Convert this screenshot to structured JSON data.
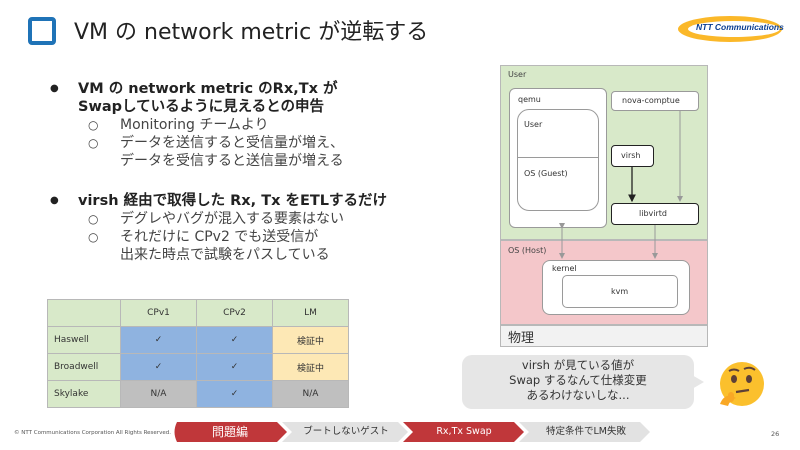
{
  "title": "VM の network metric が逆転する",
  "logo_text": "NTT Communications",
  "bullets": [
    {
      "text": "VM の network metric のRx,Tx が Swapしているように見えるとの申告",
      "line1": "VM の network metric のRx,Tx が",
      "line2": "Swapしているように見えるとの申告",
      "subs": [
        {
          "line1": "Monitoring チームより",
          "line2": ""
        },
        {
          "line1": "データを送信すると受信量が増え、",
          "line2": "データを受信すると送信量が増える"
        }
      ]
    },
    {
      "line1": "virsh 経由で取得した Rx, Tx をETLするだけ",
      "subs": [
        {
          "line1": "デグレやバグが混入する要素はない",
          "line2": ""
        },
        {
          "line1": "それだけに CPv2 でも送受信が",
          "line2": "出来た時点で試験をパスしている"
        }
      ]
    }
  ],
  "table": {
    "headers": [
      "",
      "CPv1",
      "CPv2",
      "LM"
    ],
    "rows": [
      {
        "name": "Haswell",
        "cells": [
          "✓",
          "✓",
          "検証中"
        ]
      },
      {
        "name": "Broadwell",
        "cells": [
          "✓",
          "✓",
          "検証中"
        ]
      },
      {
        "name": "Skylake",
        "cells": [
          "N/A",
          "✓",
          "N/A"
        ]
      }
    ]
  },
  "diagram": {
    "user_label": "User",
    "os_host_label": "OS (Host)",
    "physical_label": "物理",
    "qemu": "qemu",
    "guest_user": "User",
    "guest_os": "OS (Guest)",
    "nova": "nova-comptue",
    "virsh": "virsh",
    "libvirtd": "libvirtd",
    "kernel": "kernel",
    "kvm": "kvm"
  },
  "bubble": {
    "line1": "virsh が見ている値が",
    "line2": "Swap するなんて仕様変更",
    "line3": "あるわけないしな..."
  },
  "footer": {
    "copyright": "© NTT Communications Corporation All Rights Reserved.",
    "page": "26",
    "steps": [
      "問題編",
      "ブートしないゲスト",
      "Rx,Tx Swap",
      "特定条件でLM失敗"
    ]
  },
  "colors": {
    "accent_blue": "#1f73b7",
    "user_green": "#d8e9c9",
    "host_pink": "#f4c7ca",
    "check_blue": "#8fb3e0",
    "pending_yellow": "#fde8b5",
    "step_red": "#c0373a"
  }
}
